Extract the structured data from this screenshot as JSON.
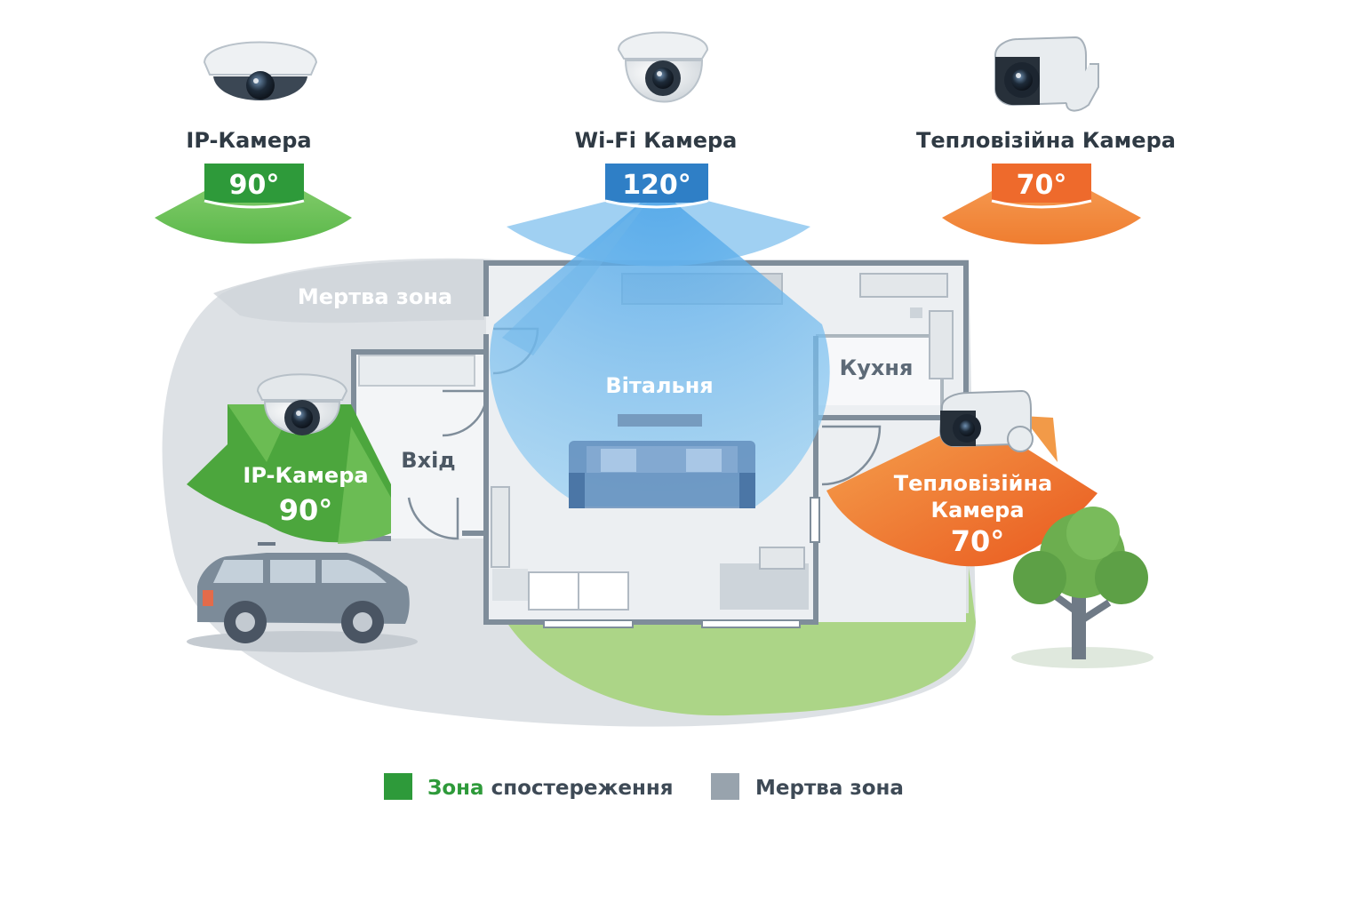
{
  "cameras_top": [
    {
      "name": "IP-Камера",
      "angle": "90°",
      "color": "#2e9a3a"
    },
    {
      "name": "Wi-Fi Камера",
      "angle": "120°",
      "color": "#2f7fc6"
    },
    {
      "name": "Тепловізійна Камера",
      "angle": "70°",
      "color": "#ee6a2c"
    }
  ],
  "map": {
    "dead_zone_label": "Мертва зона",
    "rooms": {
      "living": "Вітальня",
      "kitchen": "Кухня",
      "entrance": "Вхід"
    },
    "ip_camera": {
      "name": "IP-Камера",
      "angle": "90°"
    },
    "thermal_camera": {
      "name_line1": "Тепловізійна",
      "name_line2": "Камера",
      "angle": "70°"
    }
  },
  "legend": {
    "watch_word1": "Зона",
    "watch_word2": " спостереження",
    "dead": "Мертва зона",
    "watch_color": "#2e9a3a",
    "dead_color": "#98a3ad"
  },
  "colors": {
    "green": "#2e9a3a",
    "blue": "#2f7fc6",
    "orange": "#ee6a2c",
    "gray_zone": "#d4d9de",
    "wall": "#7f8d9a"
  }
}
